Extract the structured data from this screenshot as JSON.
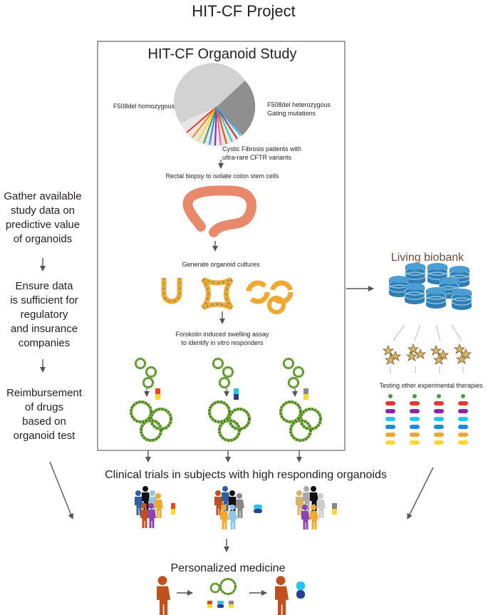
{
  "title": "HIT-CF Project",
  "study": {
    "title": "HIT-CF Organoid Study",
    "pie_left_label": "F508del homozygous",
    "pie_right_label_1": "F508del heterozygous",
    "pie_right_label_2": "Gating mutations",
    "pie_bottom_label_1": "Cystic Fibrosis patients with",
    "pie_bottom_label_2": "ultra-rare CFTR variants",
    "step_biopsy": "Rectal biopsy to isolate colon stem cells",
    "step_cultures": "Generate organoid cultures",
    "step_assay_1": "Forskolin induced swelling assay",
    "step_assay_2": "to identify in vitro responders"
  },
  "left_steps": {
    "gather": [
      "Gather available",
      "study data on",
      "predictive value",
      "of organoids"
    ],
    "ensure": [
      "Ensure data",
      "is sufficient for",
      "regulatory",
      "and insurance",
      "companies"
    ],
    "reimburse": [
      "Reimbursement",
      "of drugs",
      "based on",
      "organoid test"
    ]
  },
  "biobank": {
    "title": "Living biobank",
    "testing_label": "Testing other experimental therapies"
  },
  "clinical_trials_label": "Clinical trials in subjects with high responding organoids",
  "personalized_label": "Personalized medicine",
  "colors": {
    "pie_light": "#d2d2d2",
    "pie_dark": "#8f8f8f",
    "colon": "#e8896b",
    "organoid_green": "#7cb342",
    "organoid_dark": "#3f6e1e",
    "biobank_blue": "#2f7fb5",
    "person_orange": "#c0501c",
    "arrow": "#555555"
  }
}
